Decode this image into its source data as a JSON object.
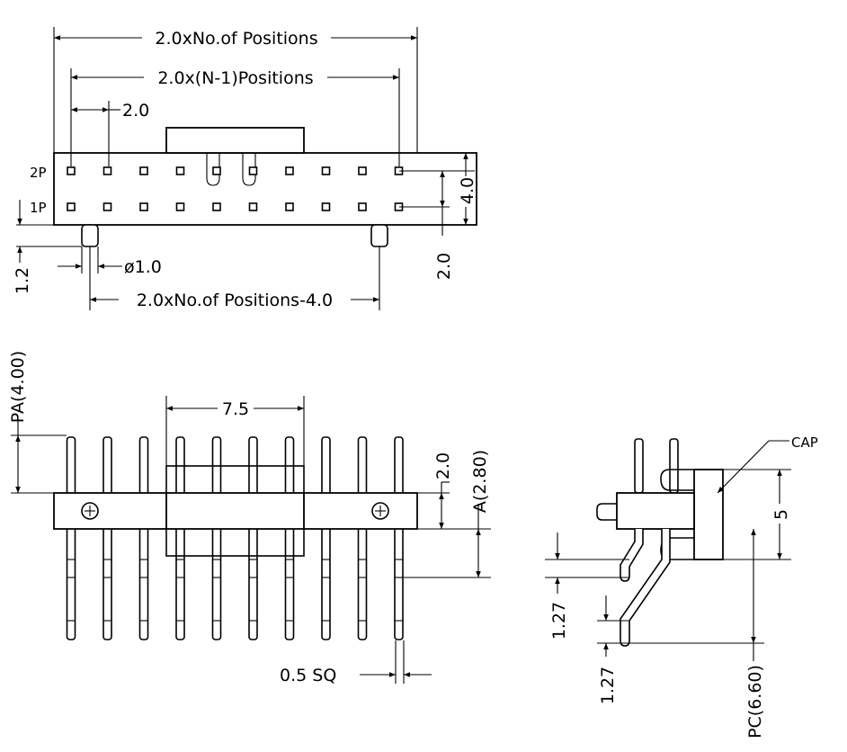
{
  "top_view": {
    "dim_overall": "2.0xNo.of Positions",
    "dim_pitch_span": "2.0x(N-1)Positions",
    "dim_pitch": "2.0",
    "row_label_2p": "2P",
    "row_label_1p": "1P",
    "dim_row_height": "4.0",
    "dim_row_offset": "2.0",
    "dim_peg_height": "1.2",
    "dim_peg_dia": "ø1.0",
    "dim_peg_span": "2.0xNo.of Positions-4.0"
  },
  "front_view": {
    "dim_pa": "PA(4.00)",
    "dim_cap_width": "7.5",
    "dim_body_height": "2.0",
    "dim_a": "A(2.80)",
    "dim_pin_sq": "0.5 SQ"
  },
  "side_view": {
    "cap_label": "CAP",
    "dim_cap_height": "5",
    "dim_offset_1": "1.27",
    "dim_offset_2": "1.27",
    "dim_pc": "PC(6.60)"
  }
}
